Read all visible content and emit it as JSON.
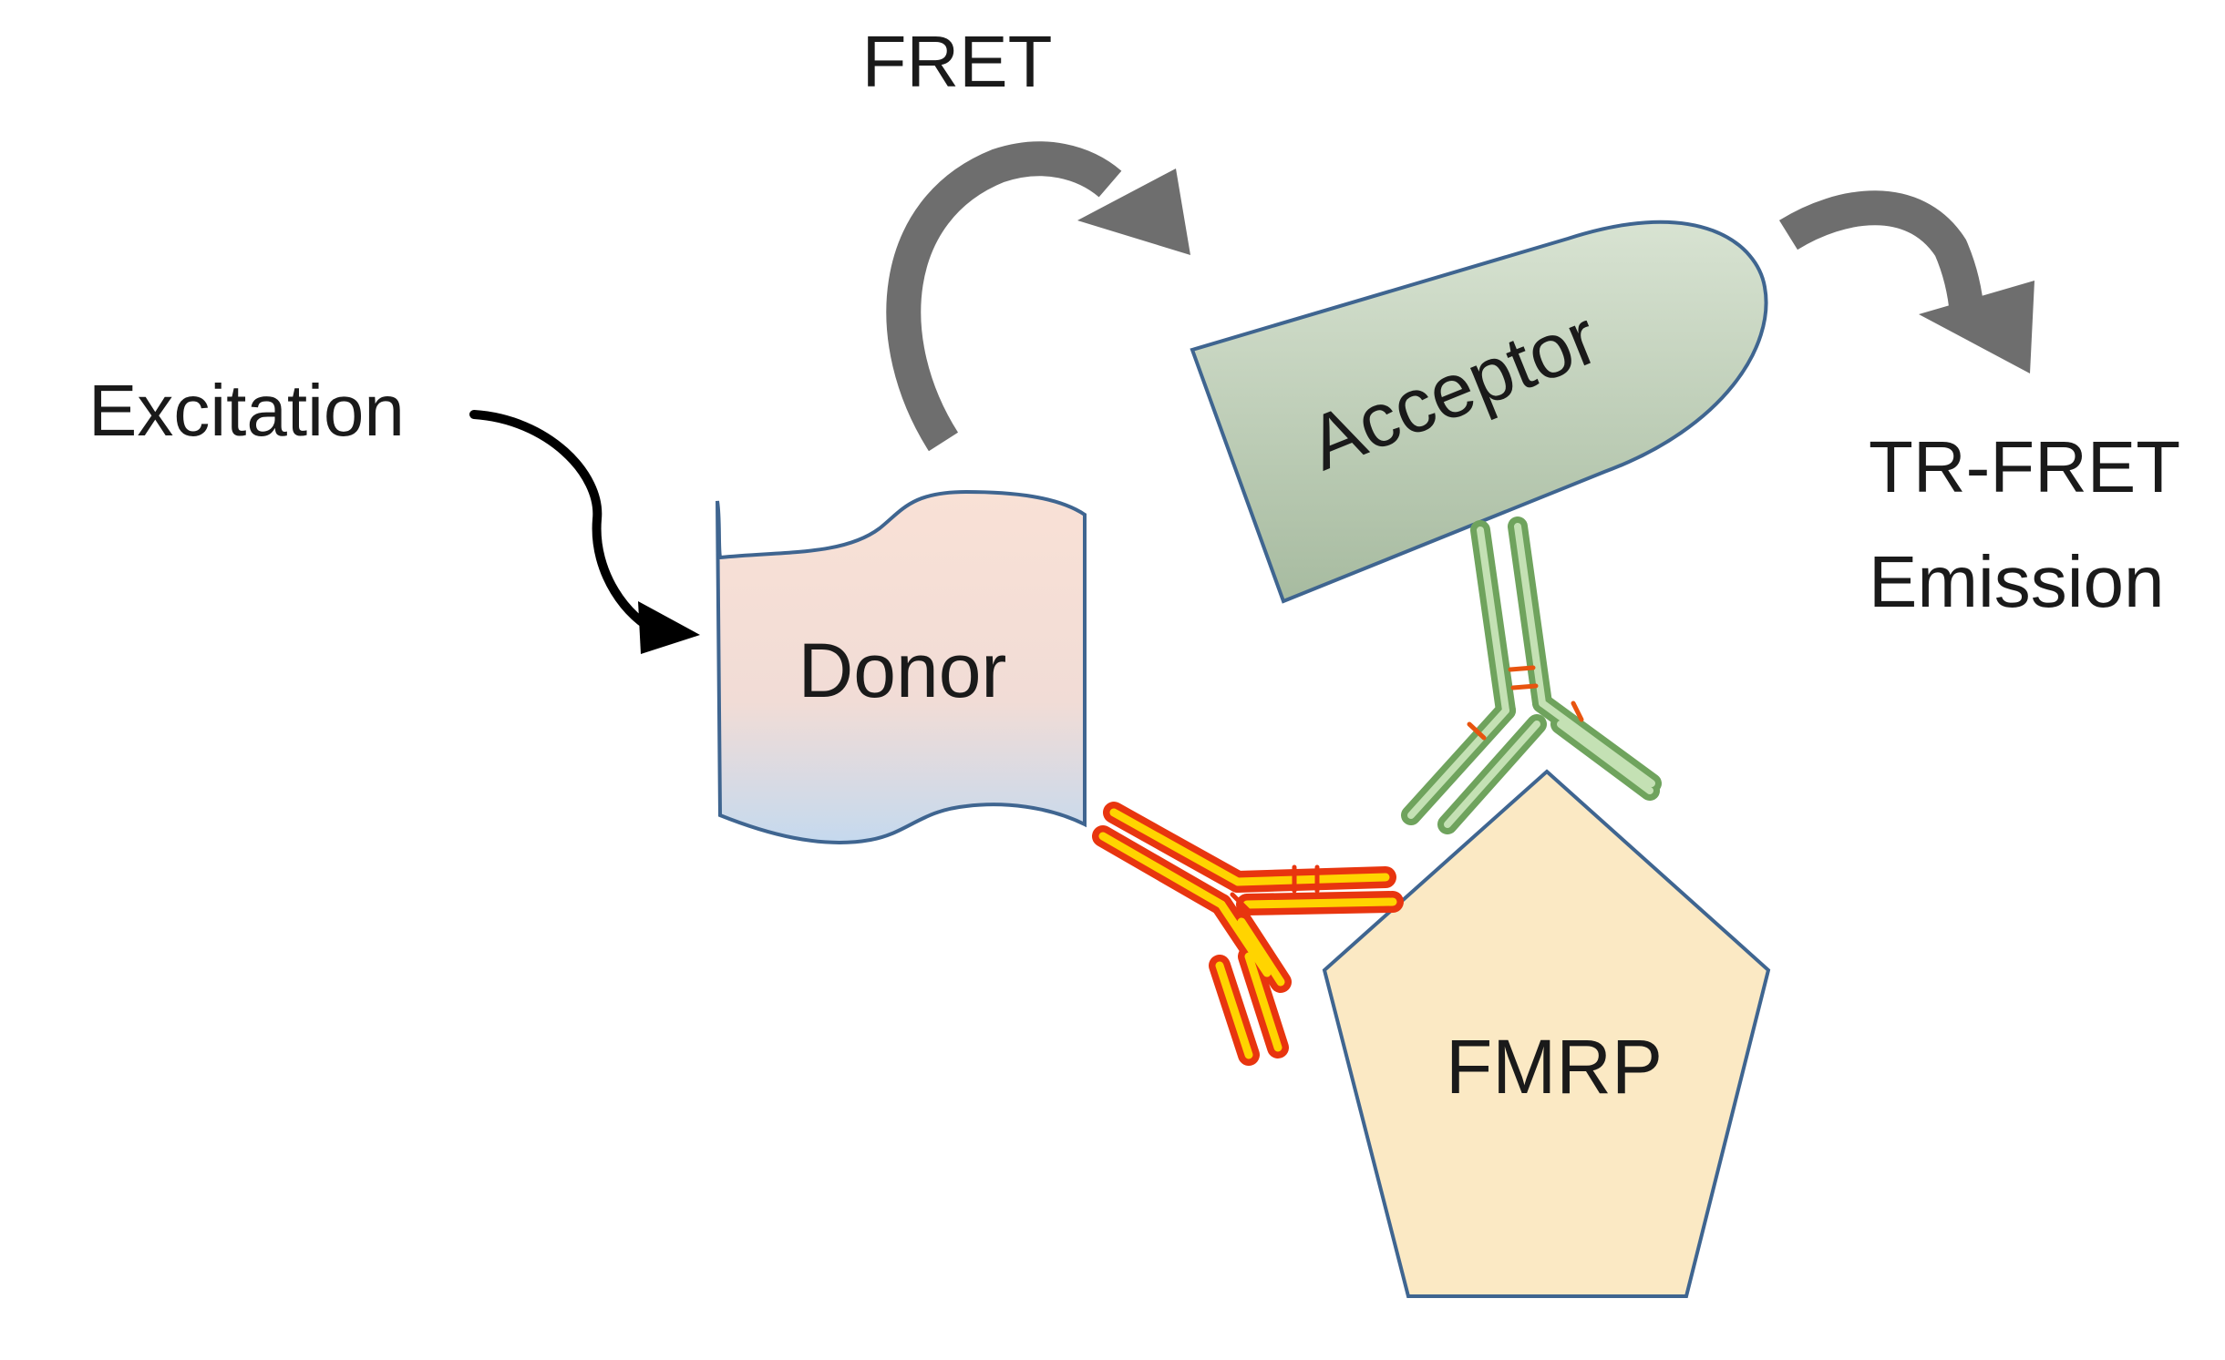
{
  "labels": {
    "fret": "FRET",
    "excitation": "Excitation",
    "emission_line1": "TR-FRET",
    "emission_line2": "Emission"
  },
  "components": {
    "donor": "Donor",
    "acceptor": "Acceptor",
    "target": "FMRP"
  },
  "colors": {
    "donor_fill_top": "#f9e1d6",
    "donor_fill_bottom": "#c5d9ee",
    "shape_stroke": "#3f6590",
    "acceptor_fill_top": "#d8e3d2",
    "acceptor_fill_bottom": "#a7bba0",
    "target_fill": "#fbe9c4",
    "arrow_gray": "#6e6e6e",
    "arrow_black": "#000000",
    "antibody_red_outer": "#e8350f",
    "antibody_red_inner": "#ffd400",
    "antibody_green_outer": "#6fa35d",
    "antibody_green_inner": "#c4e1b4"
  }
}
